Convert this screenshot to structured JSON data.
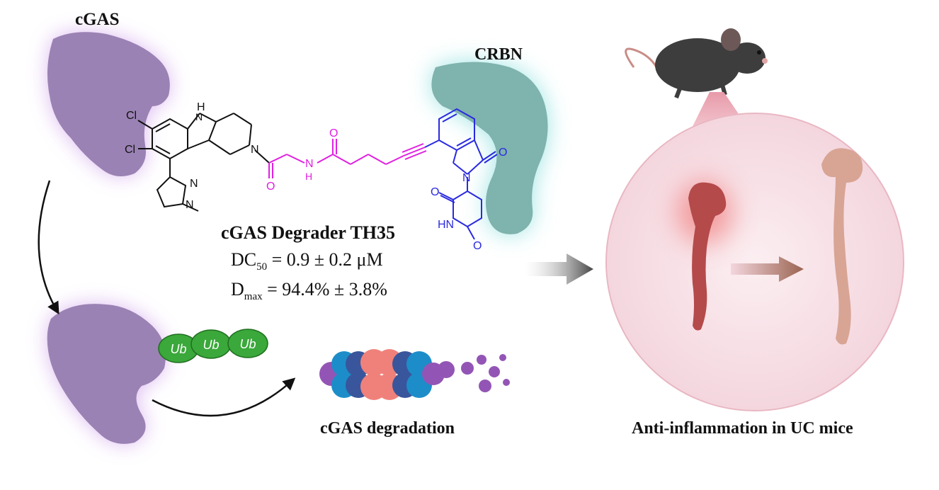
{
  "labels": {
    "cgas": "cGAS",
    "crbn": "CRBN",
    "degrader_title": "cGAS Degrader TH35",
    "dc50_label": "DC",
    "dc50_sub": "50",
    "dc50_value": " = 0.9 ± 0.2 μM",
    "dmax_label": "D",
    "dmax_sub": "max",
    "dmax_value": " = 94.4% ± 3.8%",
    "degradation": "cGAS degradation",
    "anti_inflammation": "Anti-inflammation in UC mice"
  },
  "ubiquitin": [
    "Ub",
    "Ub",
    "Ub"
  ],
  "molecule_atoms": {
    "cl1": "Cl",
    "cl2": "Cl",
    "nh_indole": "H",
    "n_indole": "N",
    "n_pip": "N",
    "n_pyr1": "N",
    "n_pyr2": "N",
    "o_amide1": "O",
    "nh_amide": "N",
    "h_amide": "H",
    "o_amide2": "O",
    "n_isoindolinone": "N",
    "o_isoindolinone": "O",
    "o_glut1": "O",
    "hn_glut": "HN",
    "o_glut2": "O"
  },
  "colors": {
    "cgas_protein": "#9b82b4",
    "cgas_glow": "#d9b3ef",
    "crbn_protein": "#7fb3ad",
    "crbn_glow": "#8fe0e0",
    "linker": "#e020e0",
    "crbn_ligand": "#2a2ae0",
    "ubiquitin": "#3aa83a",
    "arrow": "#4a4a4a",
    "colon_inflamed": "#b54a4a",
    "colon_healthy": "#d8a494",
    "circle_bg": "#f8e1e6"
  }
}
